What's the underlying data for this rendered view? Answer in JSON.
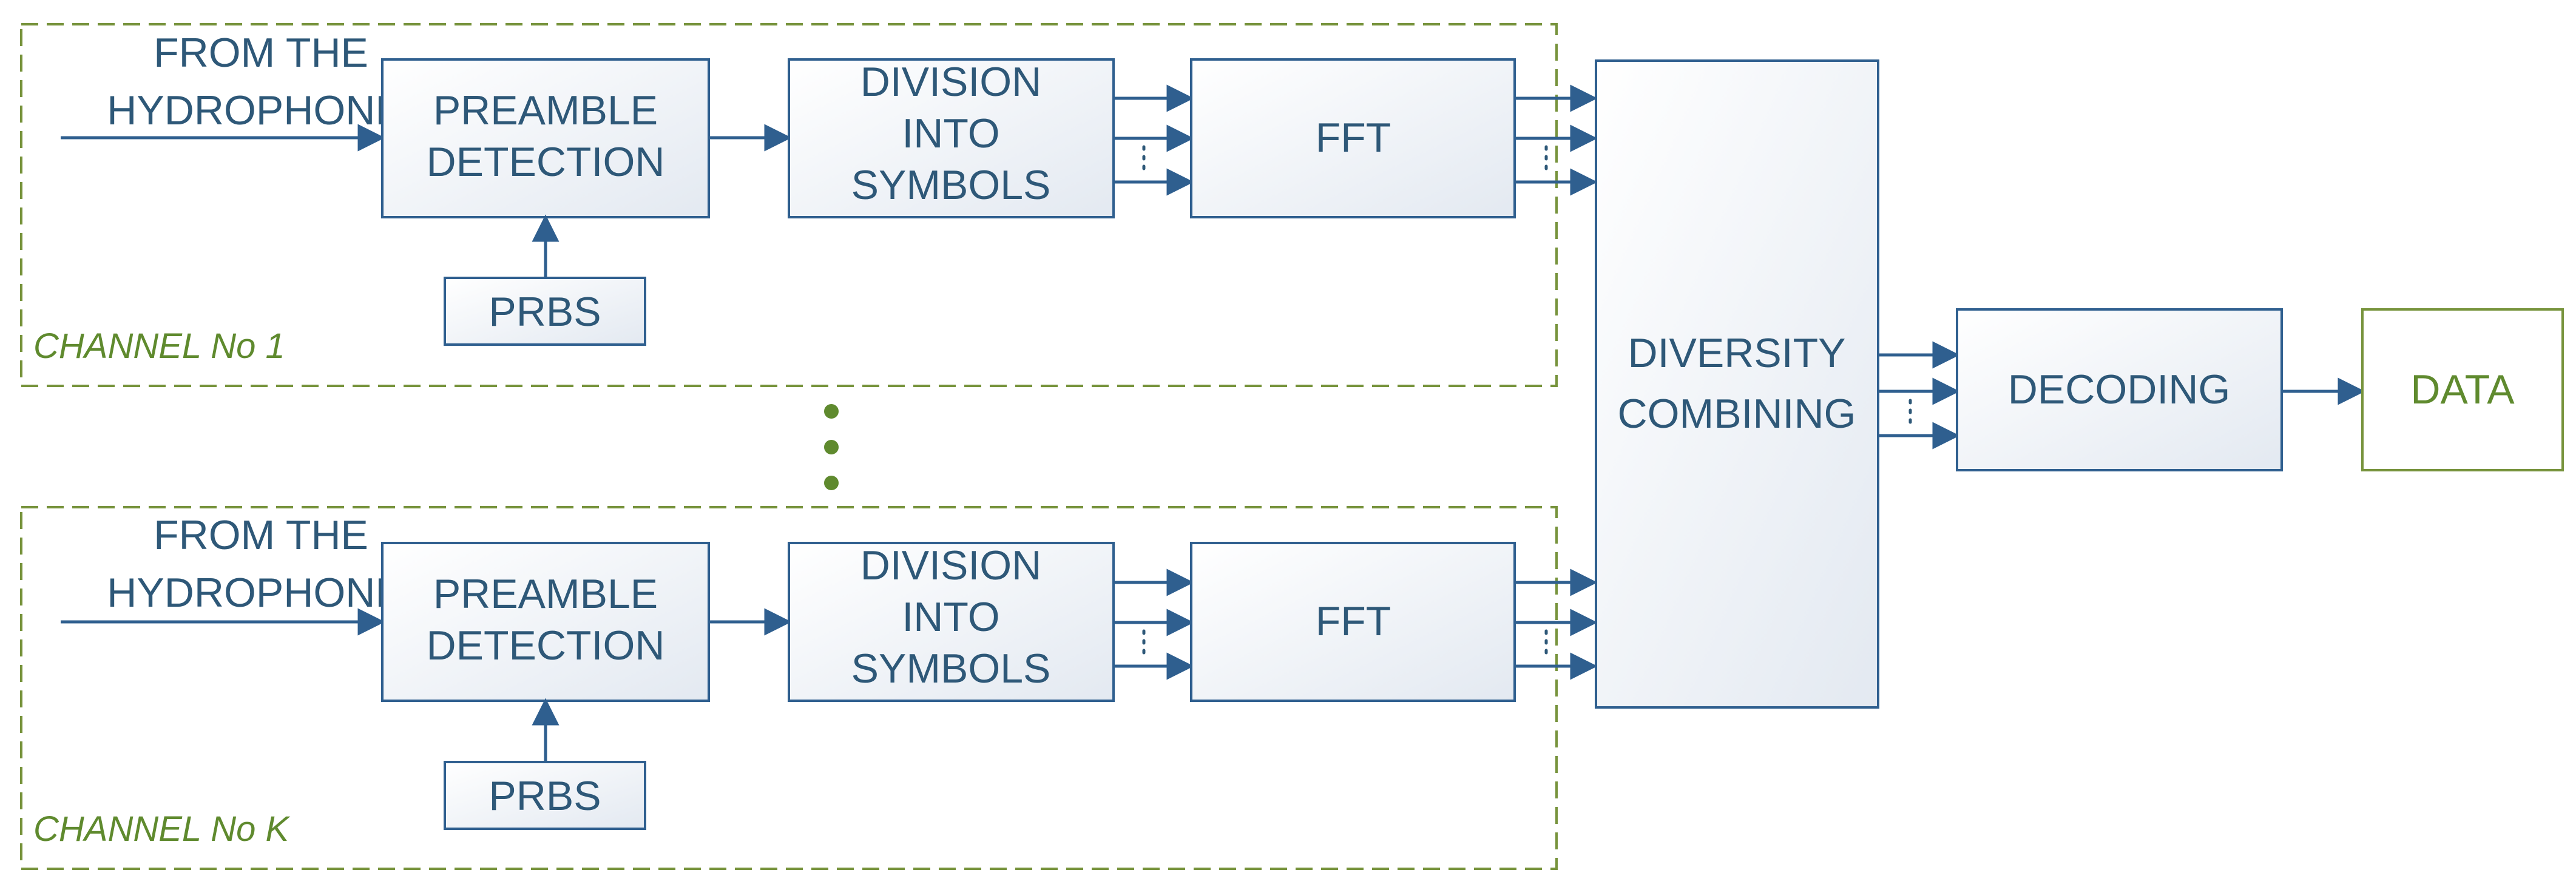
{
  "channels": [
    {
      "label": "CHANNEL No 1",
      "input_line1": "FROM THE",
      "input_line2": "HYDROPHONE",
      "preamble_line1": "PREAMBLE",
      "preamble_line2": "DETECTION",
      "prbs": "PRBS",
      "division_line1": "DIVISION",
      "division_line2": "INTO",
      "division_line3": "SYMBOLS",
      "fft": "FFT"
    },
    {
      "label": "CHANNEL No K",
      "input_line1": "FROM THE",
      "input_line2": "HYDROPHONE",
      "preamble_line1": "PREAMBLE",
      "preamble_line2": "DETECTION",
      "prbs": "PRBS",
      "division_line1": "DIVISION",
      "division_line2": "INTO",
      "division_line3": "SYMBOLS",
      "fft": "FFT"
    }
  ],
  "diversity_line1": "DIVERSITY",
  "diversity_line2": "COMBINING",
  "decoding": "DECODING",
  "output": "DATA",
  "colors": {
    "block_stroke": "#2f5f8f",
    "text": "#2e5878",
    "channel_frame": "#77933c",
    "output_text": "#5f8a2e"
  }
}
